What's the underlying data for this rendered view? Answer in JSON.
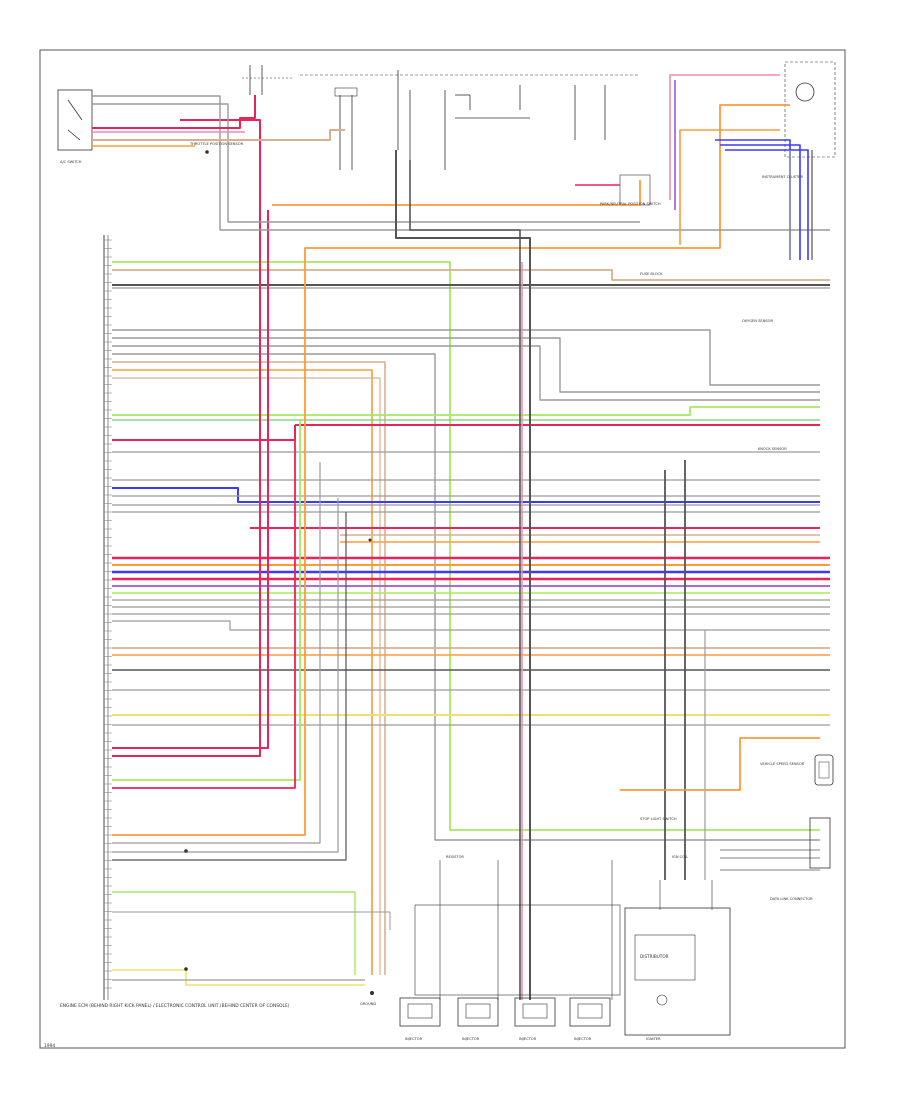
{
  "diagram": {
    "components": {
      "ecm_notes": "ENGINE ECM (BEHIND RIGHT KICK PANEL) / ELECTRONIC CONTROL UNIT (BEHIND CENTER OF CONSOLE)",
      "sheet_id": "1994",
      "ac_switch": "A/C SWITCH",
      "park_neutral": "PARK/NEUTRAL POSITION SWITCH",
      "brake_switch": "STOP LIGHT SWITCH",
      "instrument_cluster": "INSTRUMENT CLUSTER",
      "vehicle_speed_sensor": "VEHICLE SPEED SENSOR",
      "dlc": "DATA LINK CONNECTOR",
      "distributor": "DISTRIBUTOR",
      "igniter": "IGNITER",
      "injectors": [
        "INJECTOR",
        "INJECTOR",
        "INJECTOR",
        "INJECTOR"
      ],
      "resistor": "RESISTOR",
      "ign_coil": "IGN COIL",
      "ground_point": "GROUND",
      "fuse_block": "FUSE BLOCK",
      "oxygen_sensor": "OXYGEN SENSOR",
      "knock_sensor": "KNOCK SENSOR",
      "tps": "THROTTLE POSITION SENSOR"
    },
    "wire_colors": {
      "red": "#e8245a",
      "pink": "#f08ab0",
      "blue": "#3a3aff",
      "violet": "#9a5ad8",
      "orange": "#ff9a3a",
      "yellow": "#f0e070",
      "light_green": "#a8e860",
      "green": "#70d070",
      "gray": "#9a9a9a",
      "dark_gray": "#555555",
      "tan": "#d8b090",
      "black": "#222222"
    }
  }
}
